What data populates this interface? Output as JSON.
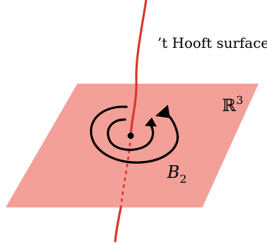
{
  "labels": {
    "surface": "’t Hooft surface",
    "space": "ℝ",
    "space_exponent": "3",
    "boundary": "B",
    "boundary_subscript": "2"
  },
  "colors": {
    "plane": "#f2a098",
    "line": "#d9382c",
    "ink": "#000000",
    "background": "#ffffff"
  }
}
